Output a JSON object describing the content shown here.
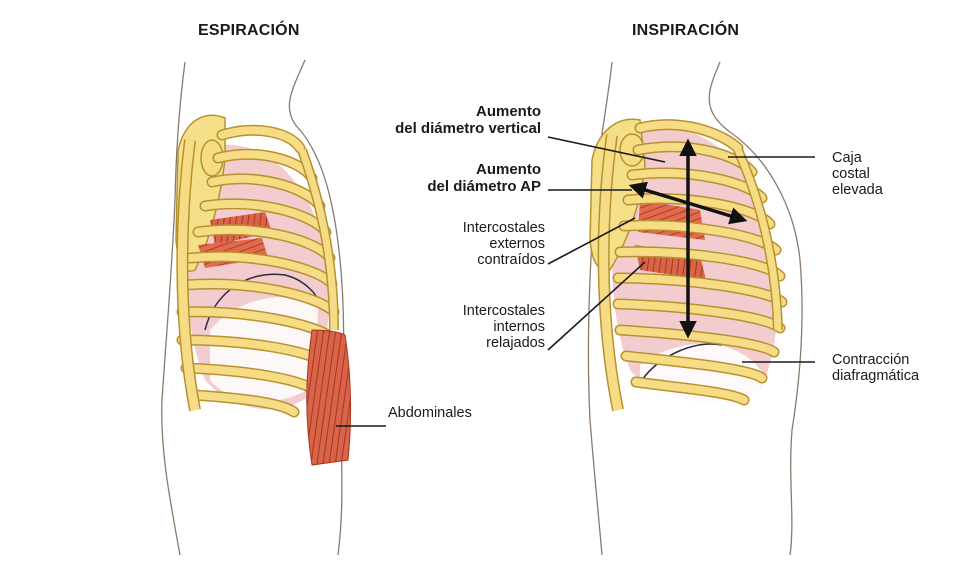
{
  "panels": {
    "left": {
      "title": "ESPIRACIÓN"
    },
    "right": {
      "title": "INSPIRACIÓN"
    }
  },
  "labels": {
    "aumento_vertical": {
      "line1": "Aumento",
      "line2": "del diámetro vertical"
    },
    "aumento_ap": {
      "line1": "Aumento",
      "line2": "del diámetro AP"
    },
    "intercostales_externos": {
      "line1": "Intercostales",
      "line2": "externos",
      "line3": "contraídos"
    },
    "intercostales_internos": {
      "line1": "Intercostales",
      "line2": "internos",
      "line3": "relajados"
    },
    "caja_costal": {
      "line1": "Caja",
      "line2": "costal",
      "line3": "elevada"
    },
    "contraccion": {
      "line1": "Contracción",
      "line2": "diafragmática"
    },
    "abdominales": {
      "line1": "Abdominales"
    }
  },
  "colors": {
    "bone_fill": "#f7dc86",
    "bone_stroke": "#b8912f",
    "intercostal_fill": "#f2cccf",
    "muscle": "#c94a2a",
    "leader": "#1a1a1a"
  }
}
